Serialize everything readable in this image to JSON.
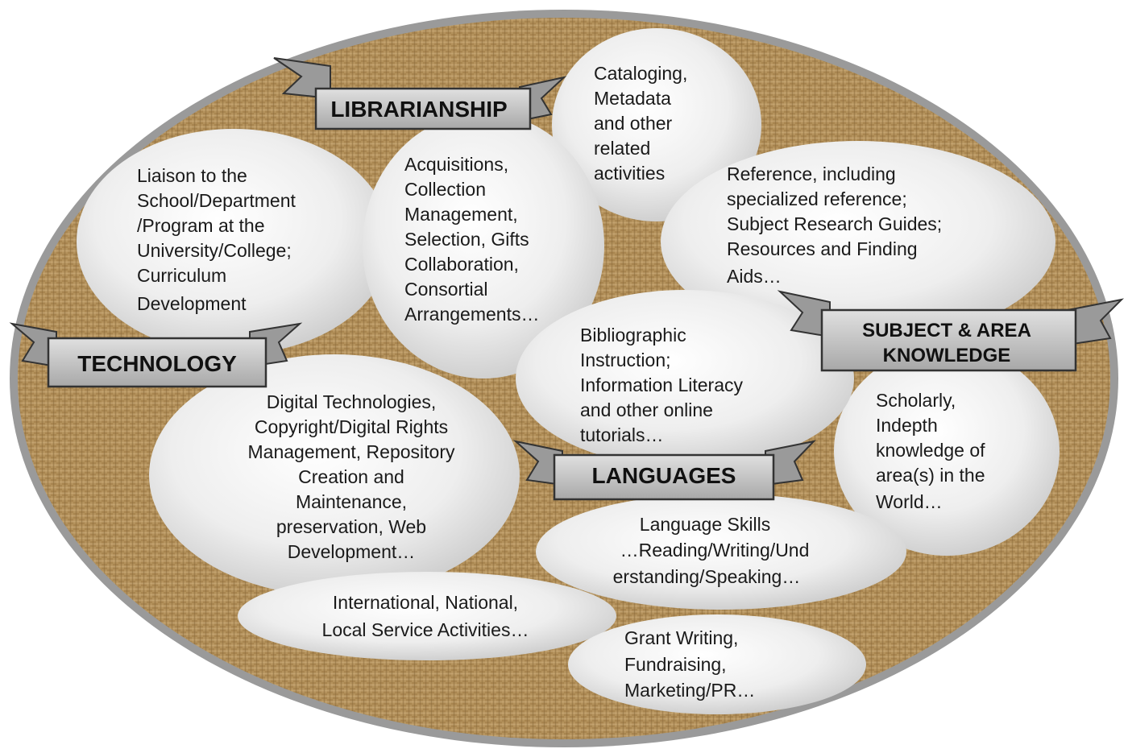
{
  "colors": {
    "burlap": "#b08d57",
    "burlap_dark": "#8a6a3a",
    "rim": "#9a9a9a",
    "bubble": "#f4f4f4",
    "banner": "#c8c8c8",
    "text": "#1a1a1a"
  },
  "banners": {
    "librarianship": "LIBRARIANSHIP",
    "technology": "TECHNOLOGY",
    "subject_line1": "SUBJECT & AREA",
    "subject_line2": "KNOWLEDGE",
    "languages": "LANGUAGES"
  },
  "bubbles": {
    "cataloging": [
      "Cataloging,",
      "Metadata",
      "and other",
      "related",
      "activities"
    ],
    "liaison": [
      "Liaison to the",
      "School/Department",
      "/Program at the",
      "University/College;",
      "Curriculum",
      "Development"
    ],
    "acquisitions": [
      "Acquisitions,",
      "Collection",
      "Management,",
      "Selection, Gifts",
      "Collaboration,",
      "Consortial",
      "Arrangements…"
    ],
    "reference": [
      "Reference, including",
      "specialized reference;",
      "Subject Research Guides;",
      "Resources and Finding",
      "Aids…"
    ],
    "bibliographic": [
      "Bibliographic",
      "Instruction;",
      "Information Literacy",
      "and other online",
      "tutorials…"
    ],
    "digital": [
      "Digital Technologies,",
      "Copyright/Digital Rights",
      "Management, Repository",
      "Creation and",
      "Maintenance,",
      "preservation, Web",
      "Development…"
    ],
    "scholarly": [
      "Scholarly,",
      "Indepth",
      "knowledge of",
      "area(s) in the",
      "World…"
    ],
    "language_skills": [
      "Language Skills",
      "…Reading/Writing/Und",
      "erstanding/Speaking…"
    ],
    "service": [
      "International, National,",
      "Local Service Activities…"
    ],
    "grant": [
      "Grant Writing,",
      "Fundraising,",
      "Marketing/PR…"
    ]
  }
}
